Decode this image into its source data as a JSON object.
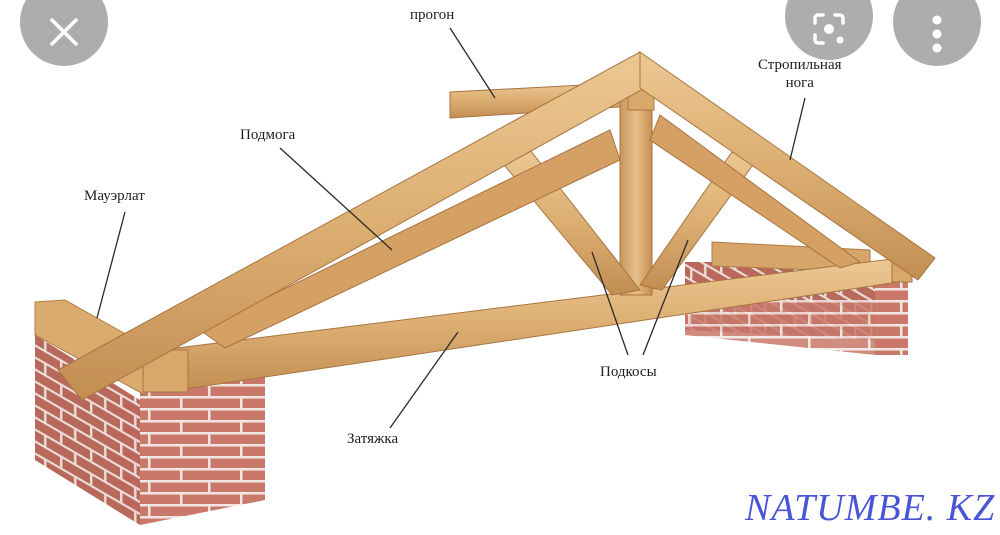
{
  "viewer": {
    "close_button": {
      "icon": "close-icon"
    },
    "lens_button": {
      "icon": "lens-search-icon"
    },
    "more_button": {
      "icon": "more-vertical-icon"
    }
  },
  "diagram": {
    "labels": {
      "progon": "прогон",
      "stropilnaya_noga_line1": "Стропильная",
      "stropilnaya_noga_line2": "нога",
      "podmoga": "Подмога",
      "mauerlat": "Мауэрлат",
      "podkosy": "Подкосы",
      "zatyazhka": "Затяжка"
    },
    "colors": {
      "wood_light": "#e6c08a",
      "wood_mid": "#d2a266",
      "wood_dark": "#b07c45",
      "brick": "#c9786a",
      "brick_dark": "#a95f52",
      "mortar": "#f2e6e0",
      "leader_line": "#2a2a2a"
    }
  },
  "watermark": {
    "text": "NATUMBE. KZ",
    "color": "#4a55d6"
  }
}
